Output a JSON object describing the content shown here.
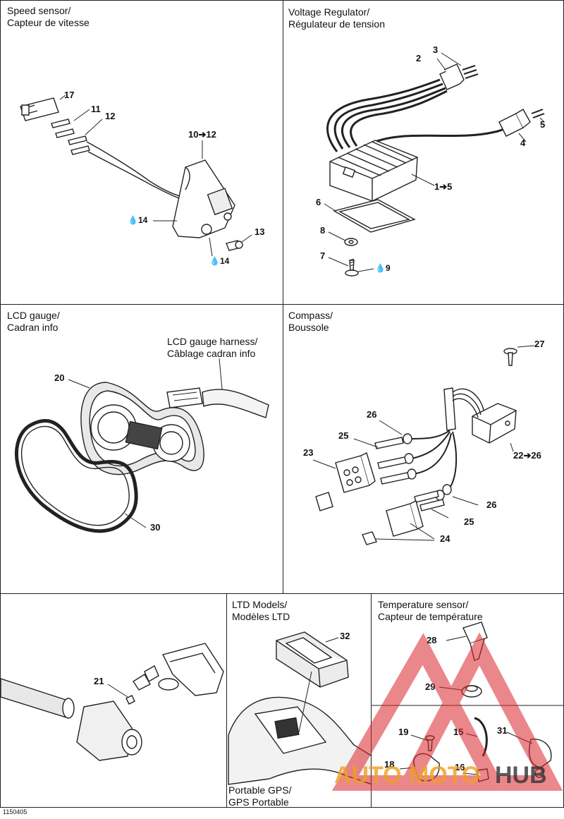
{
  "panels": {
    "speed_sensor": {
      "title_en": "Speed sensor/",
      "title_fr": "Capteur de vitesse",
      "callouts": {
        "c17": "17",
        "c11": "11",
        "c12": "12",
        "c10_12": "10➔12",
        "c14a": "💧14",
        "c14b": "💧14",
        "c13": "13"
      }
    },
    "voltage_regulator": {
      "title_en": "Voltage Regulator/",
      "title_fr": "Régulateur de tension",
      "callouts": {
        "c3": "3",
        "c2": "2",
        "c5": "5",
        "c4": "4",
        "c1_5": "1➔5",
        "c6": "6",
        "c8": "8",
        "c7": "7",
        "c9": "💧9"
      }
    },
    "lcd_gauge": {
      "title_en": "LCD gauge/",
      "title_fr": "Cadran info",
      "harness_en": "LCD gauge harness/",
      "harness_fr": "Câblage cadran info",
      "callouts": {
        "c20": "20",
        "c30": "30"
      }
    },
    "compass": {
      "title_en": "Compass/",
      "title_fr": "Boussole",
      "callouts": {
        "c27": "27",
        "c26a": "26",
        "c25a": "25",
        "c23": "23",
        "c22_26": "22➔26",
        "c26b": "26",
        "c25b": "25",
        "c24": "24"
      }
    },
    "throttle": {
      "callouts": {
        "c21": "21"
      }
    },
    "ltd_models": {
      "title_en": "LTD Models/",
      "title_fr": "Modèles LTD",
      "gps_en": "Portable GPS/",
      "gps_fr": "GPS Portable",
      "callouts": {
        "c32": "32"
      }
    },
    "temperature_sensor": {
      "title_en": "Temperature sensor/",
      "title_fr": "Capteur de température",
      "callouts": {
        "c28": "28",
        "c29": "29",
        "c19": "19",
        "c15": "15",
        "c31": "31",
        "c18": "18",
        "c16": "16"
      }
    }
  },
  "footer": {
    "code": "1150405"
  },
  "watermark": {
    "text_a": "AUTO",
    "text_b": "MOTO",
    "text_c": "HUB",
    "color_red": "#d9262b",
    "color_orange": "#f0a020",
    "color_dark": "#333333"
  }
}
